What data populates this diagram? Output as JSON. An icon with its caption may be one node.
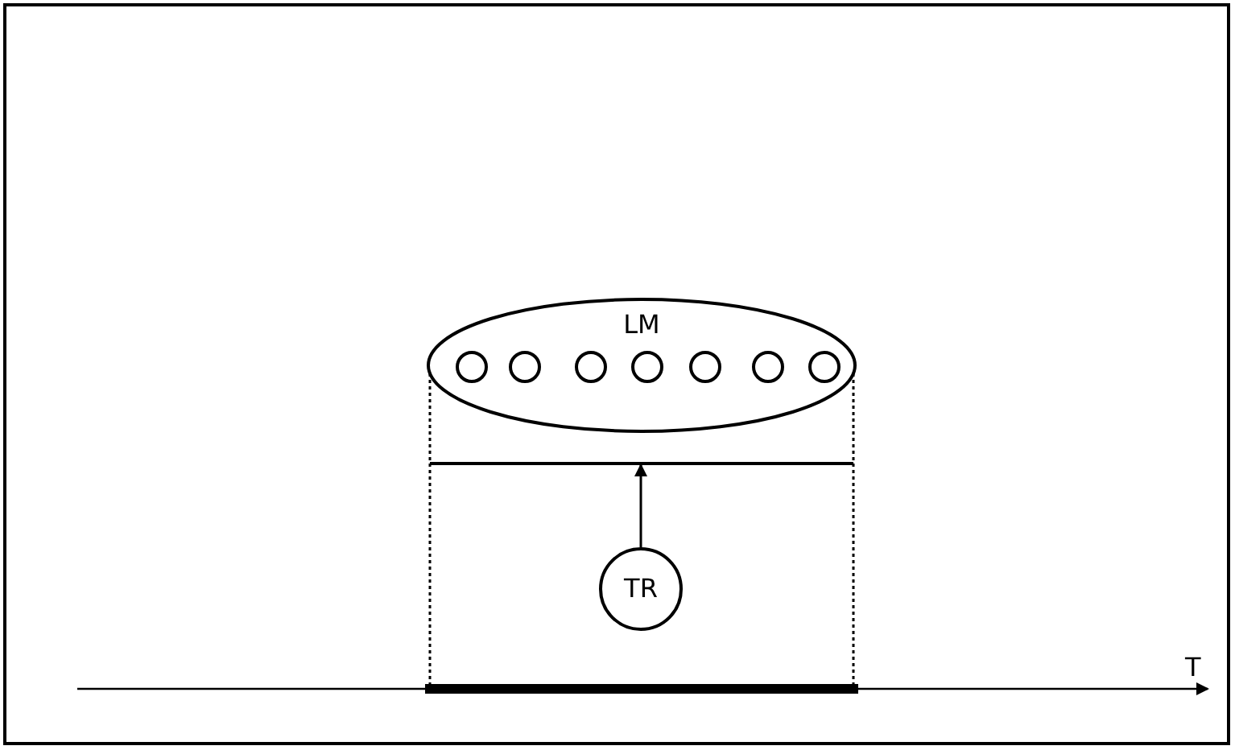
{
  "diagram": {
    "nodes": [
      {
        "text": [
          "LM"
        ]
      },
      {
        "text": [],
        "shape": "circle",
        "in": 0
      },
      {
        "text": [],
        "shape": "circle",
        "in": 0
      },
      {
        "text": [],
        "shape": "circle",
        "in": 0
      },
      {
        "text": [],
        "shape": "circle",
        "in": 0
      },
      {
        "text": [],
        "shape": "circle",
        "in": 0
      },
      {
        "text": [],
        "shape": "circle",
        "in": 0
      },
      {
        "text": [],
        "shape": "circle",
        "in": 0
      },
      {
        "text": [],
        "shape": "bar"
      },
      {
        "text": [
          "TR"
        ]
      }
    ],
    "edges": [
      {
        "from": 9,
        "to": 8,
        "arrow": "to"
      }
    ],
    "labels": [
      "T"
    ]
  }
}
